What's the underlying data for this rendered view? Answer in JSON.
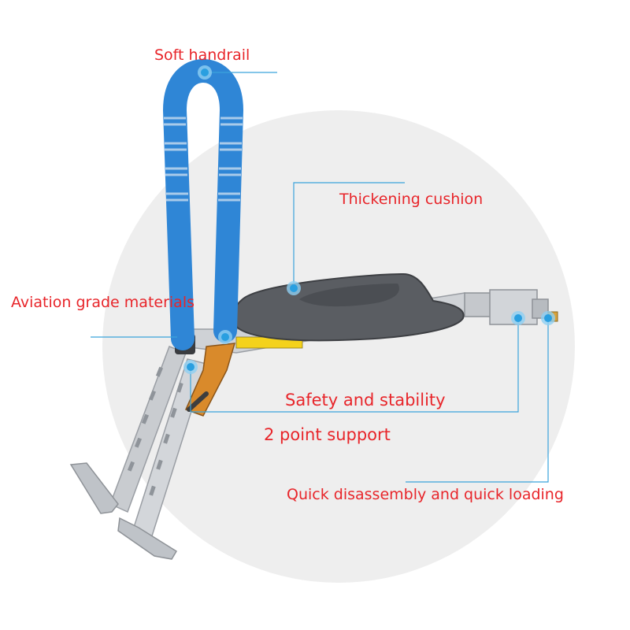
{
  "colors": {
    "label_text": "#e8252a",
    "leader_line": "#3aa3dc",
    "dot_outer": "#8fd0f3",
    "dot_inner": "#2a9fe0",
    "backdrop": "#eeeeee",
    "handle_foam": "#2f86d6",
    "handle_stripe": "#a9cbea",
    "seat": "#5a5d62",
    "frame_metal": "#c9ccd0",
    "clamp": "#d98a2b"
  },
  "labels": {
    "soft_handrail": "Soft handrail",
    "thickening_cushion": "Thickening cushion",
    "aviation_grade": "Aviation grade materials",
    "safety_stability": "Safety and stability",
    "two_point_support": "2 point support",
    "quick_disassembly": "Quick disassembly and quick loading"
  }
}
